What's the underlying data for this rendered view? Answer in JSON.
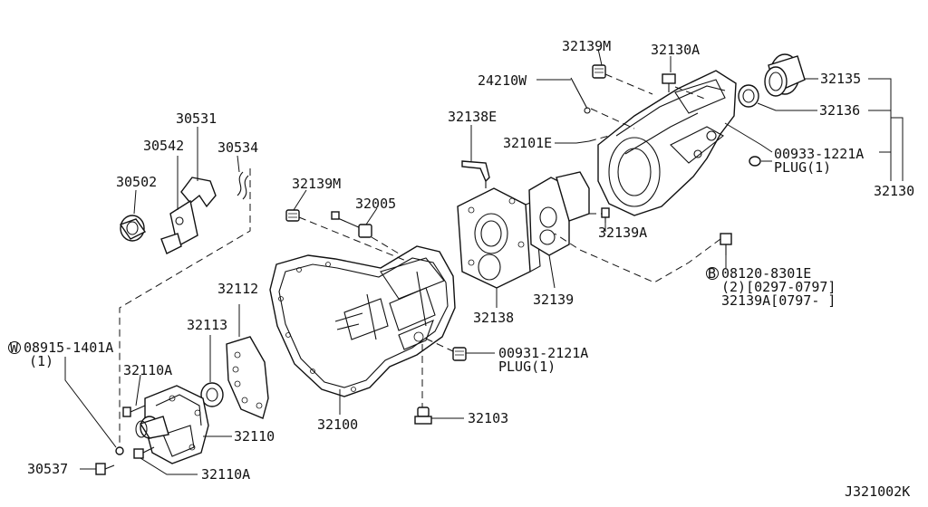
{
  "diagram": {
    "callouts": [
      {
        "id": "32139M_top",
        "text": "32139M"
      },
      {
        "id": "32130A",
        "text": "32130A"
      },
      {
        "id": "32135",
        "text": "32135"
      },
      {
        "id": "24210W",
        "text": "24210W"
      },
      {
        "id": "32136",
        "text": "32136"
      },
      {
        "id": "32138E",
        "text": "32138E"
      },
      {
        "id": "32101E",
        "text": "32101E"
      },
      {
        "id": "00933_1221A",
        "text": "00933-1221A"
      },
      {
        "id": "plug_1_top",
        "text": "PLUG(1)"
      },
      {
        "id": "32130",
        "text": "32130"
      },
      {
        "id": "30531",
        "text": "30531"
      },
      {
        "id": "30542",
        "text": "30542"
      },
      {
        "id": "30534",
        "text": "30534"
      },
      {
        "id": "30502",
        "text": "30502"
      },
      {
        "id": "32139M_mid",
        "text": "32139M"
      },
      {
        "id": "32005",
        "text": "32005"
      },
      {
        "id": "32139A",
        "text": "32139A"
      },
      {
        "id": "08120_8301E",
        "text": "08120-8301E"
      },
      {
        "id": "note_2",
        "text": "(2)[0297-0797]"
      },
      {
        "id": "note_32139A",
        "text": "32139A[0797-     ]"
      },
      {
        "id": "32112",
        "text": "32112"
      },
      {
        "id": "32139",
        "text": "32139"
      },
      {
        "id": "32138",
        "text": "32138"
      },
      {
        "id": "32113",
        "text": "32113"
      },
      {
        "id": "08915_1401A",
        "text": "08915-1401A"
      },
      {
        "id": "qty_1",
        "text": "(1)"
      },
      {
        "id": "00931_2121A",
        "text": "00931-2121A"
      },
      {
        "id": "plug_1_mid",
        "text": "PLUG(1)"
      },
      {
        "id": "32110A_top",
        "text": "32110A"
      },
      {
        "id": "32100",
        "text": "32100"
      },
      {
        "id": "32103",
        "text": "32103"
      },
      {
        "id": "32110",
        "text": "32110"
      },
      {
        "id": "30537",
        "text": "30537"
      },
      {
        "id": "32110A_bot",
        "text": "32110A"
      }
    ],
    "circle_markers": {
      "b_marker": "B",
      "w_marker": "W"
    },
    "drawing_code": "J321002K"
  }
}
